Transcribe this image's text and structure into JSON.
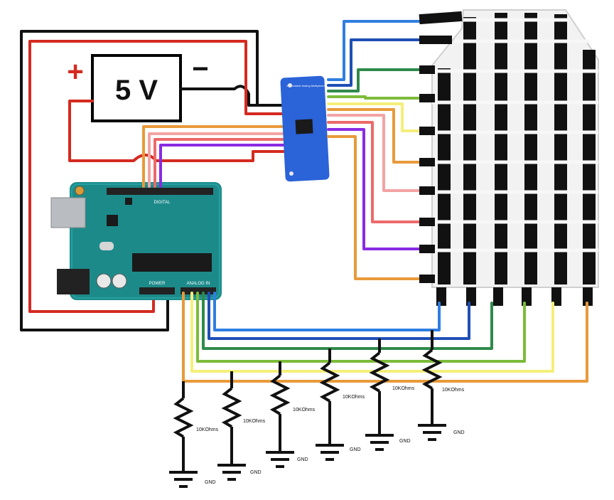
{
  "power_supply": {
    "label": "5 V",
    "plus": "+",
    "minus": "−"
  },
  "mux_board": {
    "title": "16 Channel Analog Multiplexer"
  },
  "arduino": {
    "power_label": "POWER",
    "analog_label": "ANALOG IN",
    "digital_label": "DIGITAL"
  },
  "resistors": [
    {
      "value": "10KOhms",
      "ground": "GND"
    },
    {
      "value": "10KOhms",
      "ground": "GND"
    },
    {
      "value": "10KOhms",
      "ground": "GND"
    },
    {
      "value": "10KOhms",
      "ground": "GND"
    },
    {
      "value": "10KOhms",
      "ground": "GND"
    },
    {
      "value": "10KOhms",
      "ground": "GND"
    }
  ],
  "wire_colors": {
    "red": "#d42a20",
    "black": "#111111",
    "blue": "#2f7ee0",
    "dark_blue": "#1f4fb5",
    "green": "#2f8a4a",
    "lime": "#7dbb3a",
    "yellow": "#f4ef7a",
    "orange": "#e89a3a",
    "pink": "#f3a3a3",
    "salmon": "#ec6a6a",
    "purple": "#8a2be2"
  }
}
